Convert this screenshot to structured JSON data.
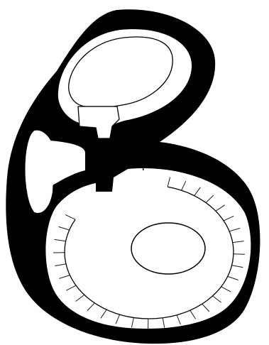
{
  "diagram": {
    "description_visible_text": "",
    "colors": {
      "ink": "#000000",
      "paper": "#ffffff",
      "stroke": "#1a1a1a"
    },
    "parts": [
      "outer-capsule",
      "upper-chamber",
      "upper-lumen",
      "upper-opening",
      "neck-passage",
      "side-bulge",
      "lower-chamber",
      "segmented-lining",
      "inner-oval",
      "connecting-thread"
    ],
    "lining_segment_count": 30
  }
}
